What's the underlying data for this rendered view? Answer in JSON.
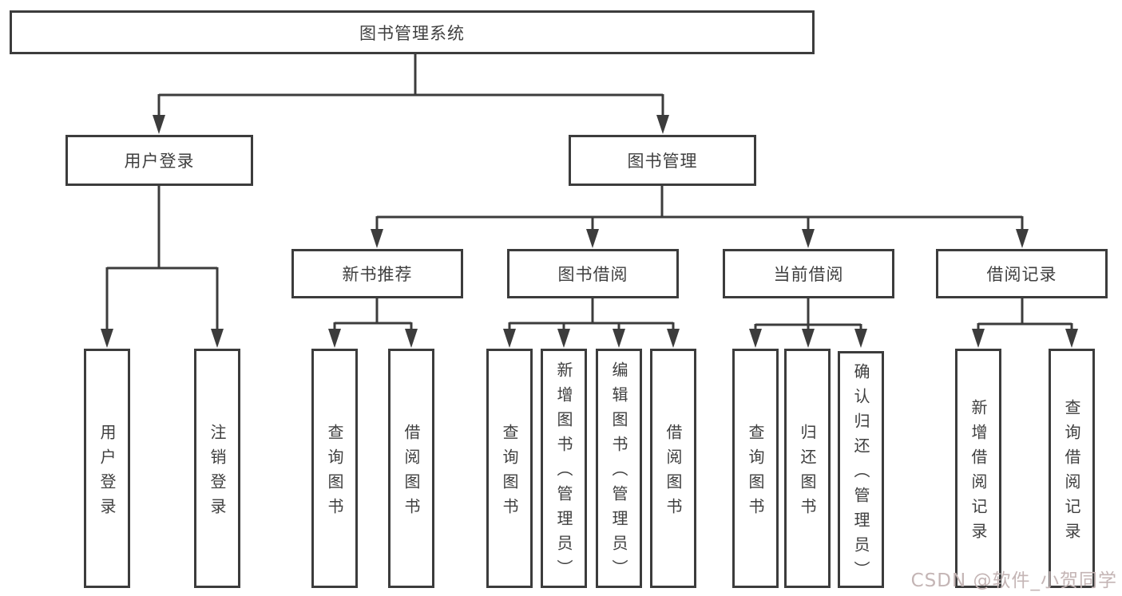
{
  "diagram": {
    "title": "图书管理系统",
    "tree": {
      "label": "图书管理系统",
      "children": [
        {
          "label": "用户登录",
          "children": [
            {
              "label": "用户登录"
            },
            {
              "label": "注销登录"
            }
          ]
        },
        {
          "label": "图书管理",
          "children": [
            {
              "label": "新书推荐",
              "children": [
                {
                  "label": "查询图书"
                },
                {
                  "label": "借阅图书"
                }
              ]
            },
            {
              "label": "图书借阅",
              "children": [
                {
                  "label": "查询图书"
                },
                {
                  "label": "新增图书（管理员）"
                },
                {
                  "label": "编辑图书（管理员）"
                },
                {
                  "label": "借阅图书"
                }
              ]
            },
            {
              "label": "当前借阅",
              "children": [
                {
                  "label": "查询图书"
                },
                {
                  "label": "归还图书"
                },
                {
                  "label": "确认归还（管理员）"
                }
              ]
            },
            {
              "label": "借阅记录",
              "children": [
                {
                  "label": "新增借阅记录"
                },
                {
                  "label": "查询借阅记录"
                }
              ]
            }
          ]
        }
      ]
    },
    "watermark": "CSDN @软件_小贺同学",
    "colors": {
      "line": "#3c3c3c",
      "text": "#3f3f3f",
      "watermark": "#c4b5b5",
      "background": "#ffffff"
    }
  }
}
